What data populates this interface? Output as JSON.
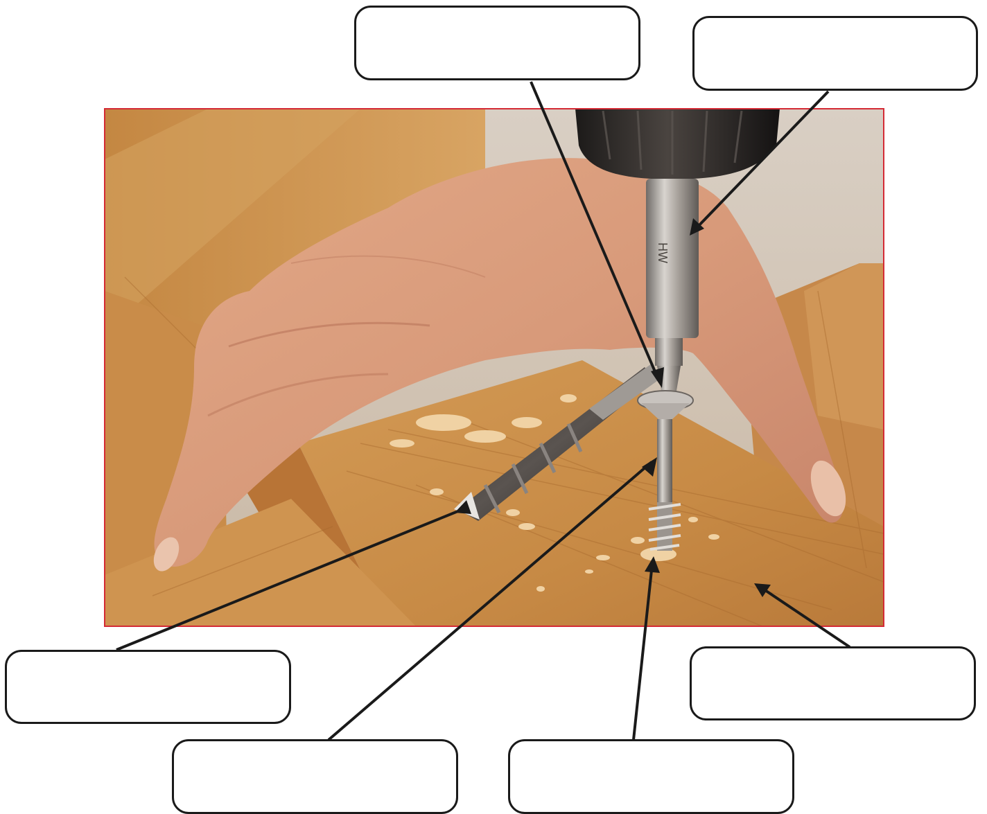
{
  "figure": {
    "frame_color": "#d42a35",
    "leader_color": "#1a1a1a"
  },
  "labels": [
    {
      "id": "screwdriver-bit",
      "text": ""
    },
    {
      "id": "bit-holder",
      "text": ""
    },
    {
      "id": "drill-bit",
      "text": ""
    },
    {
      "id": "screw-shank",
      "text": ""
    },
    {
      "id": "screw-thread",
      "text": ""
    },
    {
      "id": "wood-board",
      "text": ""
    }
  ]
}
